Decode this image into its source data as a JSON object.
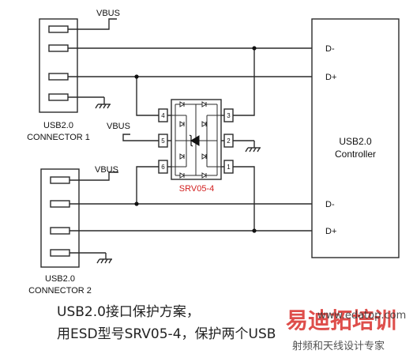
{
  "connector1": {
    "label_line1": "USB2.0",
    "label_line2": "CONNECTOR 1",
    "vbus": "VBUS"
  },
  "connector2": {
    "label_line1": "USB2.0",
    "label_line2": "CONNECTOR 2",
    "vbus": "VBUS"
  },
  "tvs": {
    "part_number": "SRV05-4",
    "vbus": "VBUS",
    "pins": [
      "4",
      "3",
      "5",
      "2",
      "6",
      "1"
    ]
  },
  "controller": {
    "label_line1": "USB2.0",
    "label_line2": "Controller",
    "top_dm": "D-",
    "top_dp": "D+",
    "bottom_dm": "D-",
    "bottom_dp": "D+"
  },
  "caption": {
    "line1": "USB2.0接口保护方案，",
    "line2": "用ESD型号SRV05-4，保护两个USB"
  },
  "watermark": {
    "brand": "易迪拓培训",
    "slogan": "射频和天线设计专家",
    "url": "www.edatop.com"
  }
}
